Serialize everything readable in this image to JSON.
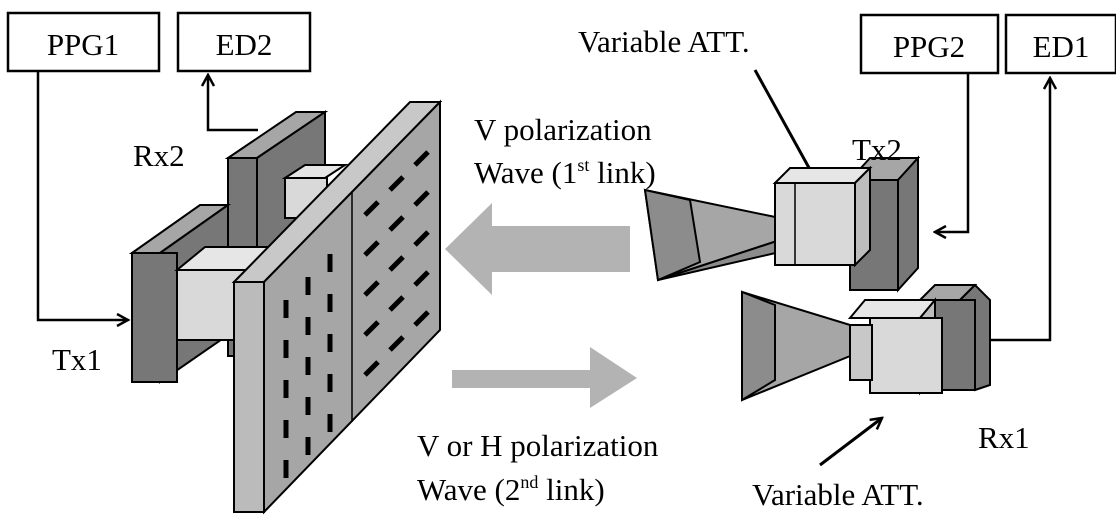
{
  "boxes": {
    "ppg1": "PPG1",
    "ed2": "ED2",
    "ppg2": "PPG2",
    "ed1": "ED1"
  },
  "labels": {
    "rx2": "Rx2",
    "tx1": "Tx1",
    "tx2": "Tx2",
    "rx1": "Rx1",
    "variable_att_top": "Variable ATT.",
    "variable_att_bottom": "Variable ATT."
  },
  "link1": {
    "line1": "V polarization",
    "line2_prefix": "Wave (1",
    "line2_sup": "st",
    "line2_suffix": " link)"
  },
  "link2": {
    "line1": "V or H polarization",
    "line2_prefix": "Wave (2",
    "line2_sup": "nd",
    "line2_suffix": " link)"
  },
  "colors": {
    "dark_gray": "#777777",
    "mid_gray": "#a6a6a6",
    "light_gray": "#d9d9d9",
    "arrow_gray": "#b3b3b3",
    "line": "#000000"
  }
}
